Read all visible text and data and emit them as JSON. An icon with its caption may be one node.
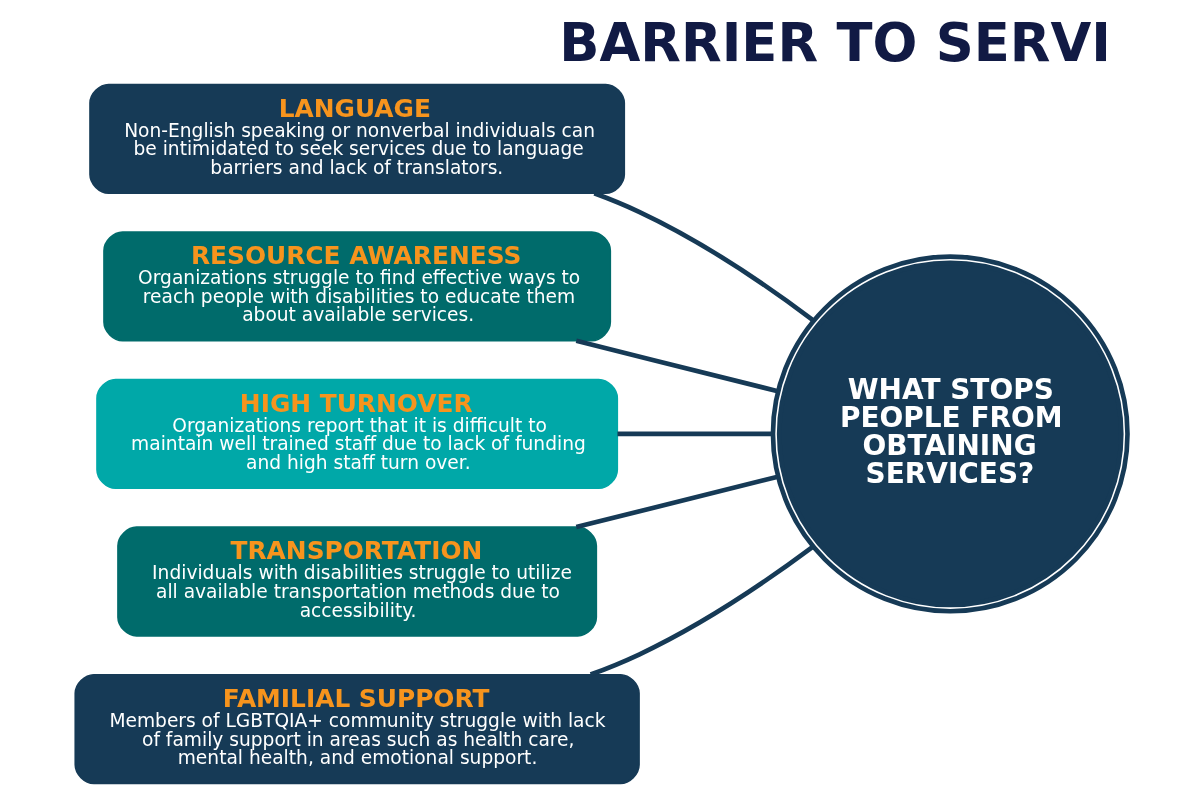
{
  "diagram": {
    "title": "BARRIER TO SERVI",
    "nodes": [
      {
        "text": [
          "LANGUAGE",
          "Non-English speaking or nonverbal individuals can be intimidated to seek services due to language barriers and lack of translators."
        ]
      },
      {
        "text": [
          "RESOURCE AWARENESS",
          "Organizations struggle to find effective ways to reach people with disabilities to educate them about available services."
        ]
      },
      {
        "text": [
          "HIGH TURNOVER",
          "Organizations report that it is difficult to maintain well trained staff due to lack of funding and high staff turn over."
        ]
      },
      {
        "text": [
          "TRANSPORTATION",
          "Individuals with disabilities struggle to utilize all available transportation methods due to accessibility."
        ]
      },
      {
        "text": [
          "FAMILIAL SUPPORT",
          "Members of LGBTQIA+ community struggle with lack of family support in areas such as health care, mental health, and emotional support."
        ]
      },
      {
        "text": [
          "WHAT STOPS PEOPLE FROM OBTAINING SERVICES?"
        ]
      }
    ],
    "edges": [
      {
        "from": 0,
        "to": 5,
        "arrow": "none"
      },
      {
        "from": 1,
        "to": 5,
        "arrow": "none"
      },
      {
        "from": 2,
        "to": 5,
        "arrow": "none"
      },
      {
        "from": 3,
        "to": 5,
        "arrow": "none"
      },
      {
        "from": 4,
        "to": 5,
        "arrow": "none"
      }
    ]
  }
}
